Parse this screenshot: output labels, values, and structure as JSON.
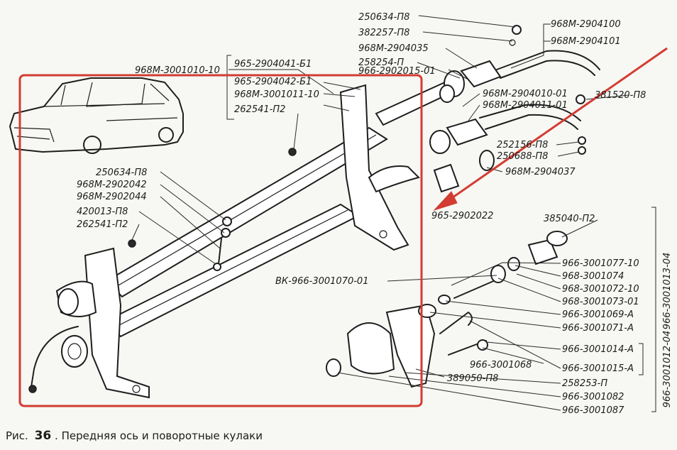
{
  "caption": {
    "prefix": "Рис.",
    "number": "36",
    "text": ". Передняя ось и поворотные кулаки"
  },
  "labels": {
    "l01": "250634-П8",
    "l02": "382257-П8",
    "l03": "968М-2904035",
    "l04": "258254-П",
    "l05": "966-2902015-01",
    "l06": "968М-2904100",
    "l07": "968М-2904101",
    "l08": "968М-3001010-10",
    "l09": "965-2904041-Б1",
    "l10": "965-2904042-Б1",
    "l11": "968М-3001011-10",
    "l12": "262541-П2",
    "l13": "968М-2904010-01",
    "l14": "968М-2904011-01",
    "l15": "381520-П8",
    "l16": "252156-П8",
    "l17": "250688-П8",
    "l18": "968М-2904037",
    "l19": "965-2902022",
    "l20": "250634-П8",
    "l21": "968М-2902042",
    "l22": "968М-2902044",
    "l23": "420013-П8",
    "l24": "262541-П2",
    "l25": "385040-П2",
    "l26": "966-3001077-10",
    "l27": "968-3001074",
    "l28": "968-3001072-10",
    "l29": "968-3001073-01",
    "l30": "966-3001069-А",
    "l31": "966-3001071-А",
    "l32": "ВК-966-3001070-01",
    "l33": "966-3001014-А",
    "l34": "966-3001015-А",
    "l35": "966-3001068",
    "l36": "389050-П8",
    "l37": "258253-П",
    "l38": "966-3001082",
    "l39": "966-3001087",
    "v1": "966-3001013-04",
    "v2": "966-3001012-04"
  },
  "annotation": {
    "highlight_color": "#d23c32"
  }
}
